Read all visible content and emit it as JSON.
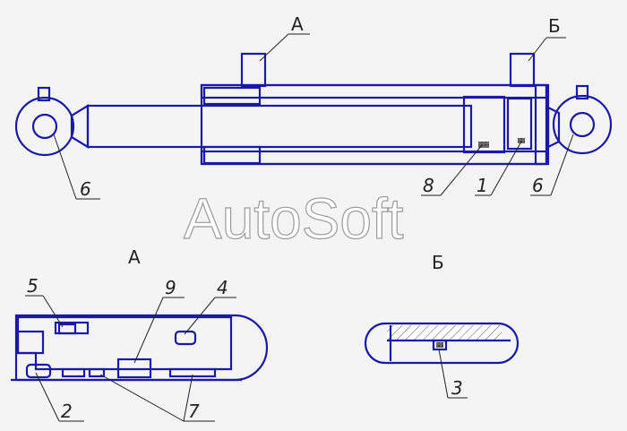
{
  "watermark": "AutoSoft",
  "views": {
    "a": "А",
    "b": "Б"
  },
  "labels": {
    "p1": "1",
    "p2": "2",
    "p3": "3",
    "p4": "4",
    "p5": "5",
    "p6": "6",
    "p7": "7",
    "p8": "8",
    "p9": "9"
  },
  "colors": {
    "outline": "#1a1aa6",
    "leader": "#222222",
    "background": "#f4f4f4"
  }
}
